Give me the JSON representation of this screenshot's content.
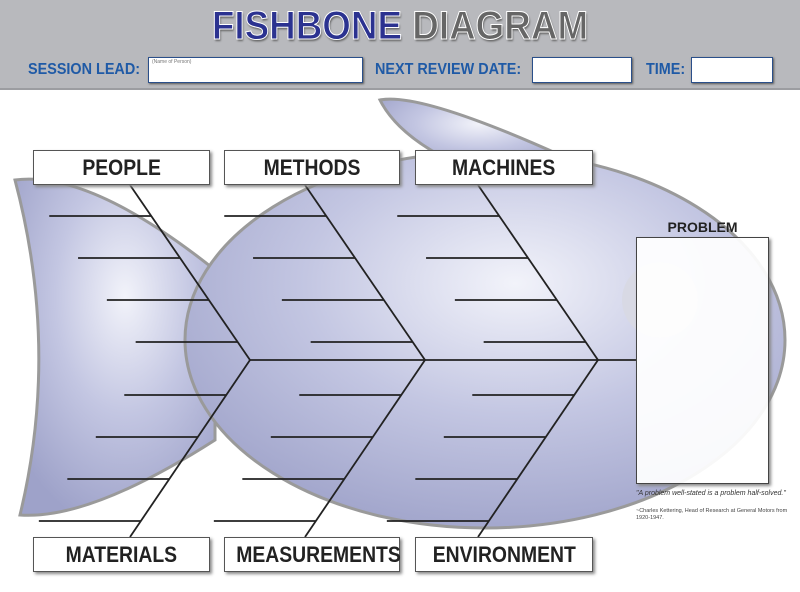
{
  "header": {
    "title_part1": "FISHBONE",
    "title_part2": "DIAGRAM",
    "session_lead_label": "SESSION LEAD:",
    "session_lead_placeholder": "(Name of Person)",
    "next_review_label": "NEXT REVIEW DATE:",
    "time_label": "TIME:"
  },
  "categories": {
    "top": [
      "PEOPLE",
      "METHODS",
      "MACHINES"
    ],
    "bottom": [
      "MATERIALS",
      "MEASUREMENTS",
      "ENVIRONMENT"
    ]
  },
  "problem": {
    "label": "PROBLEM"
  },
  "quote": "\"A problem well-stated is a problem half-solved.\"",
  "attribution": "~Charles Kettering, Head of Research at General Motors from 1920-1947.",
  "colors": {
    "fish": "#a7abd0",
    "title_blue": "#2b3290",
    "label_blue": "#1f5aa6"
  }
}
